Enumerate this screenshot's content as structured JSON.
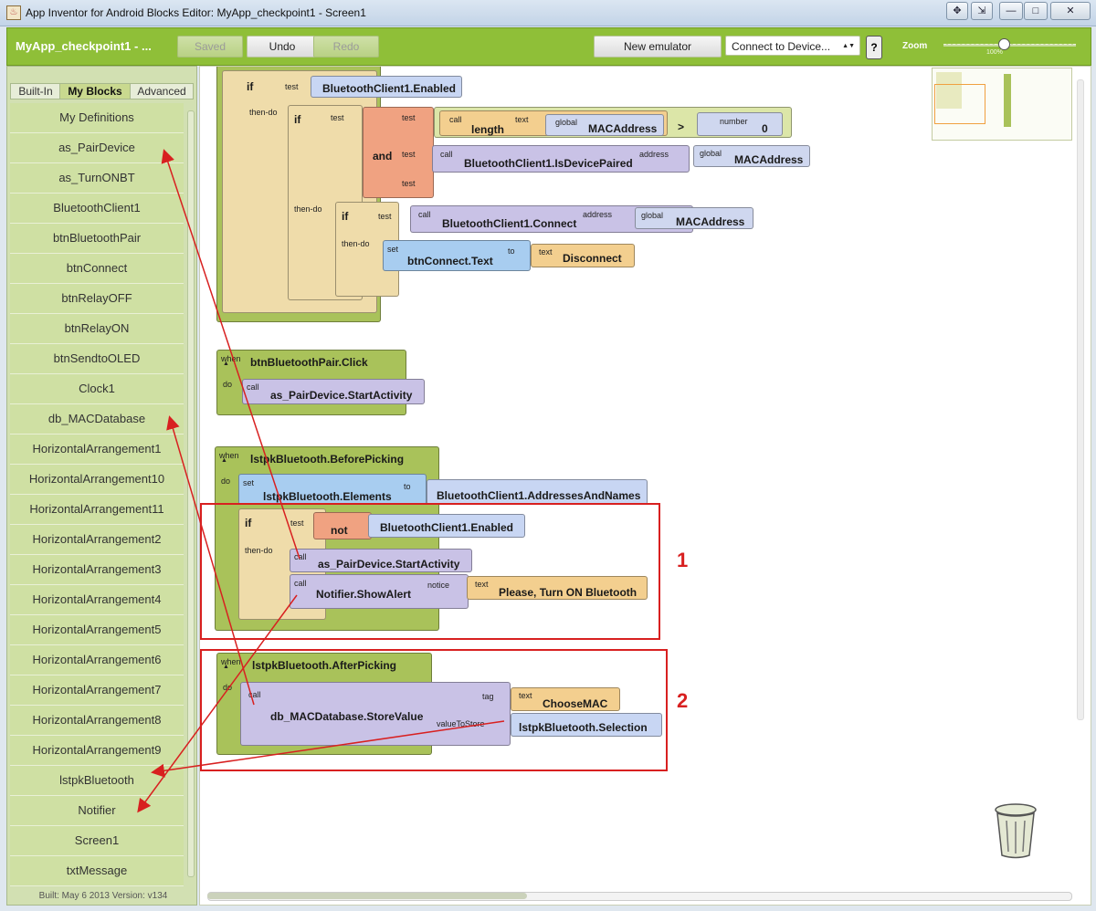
{
  "window": {
    "title": "App Inventor for Android Blocks Editor: MyApp_checkpoint1 - Screen1",
    "app_icon": "java-cup-icon",
    "controls": [
      "move-icon",
      "restore-icon",
      "minimize-icon",
      "maximize-icon",
      "close-icon"
    ],
    "glyphs": {
      "move": "✥",
      "restore": "⇲",
      "minimize": "—",
      "maximize": "□",
      "close": "✕"
    }
  },
  "toolbar": {
    "app_name": "MyApp_checkpoint1 - ...",
    "saved_label": "Saved",
    "undo_label": "Undo",
    "redo_label": "Redo",
    "new_emulator_label": "New emulator",
    "connect_label": "Connect to Device...",
    "connect_arrow": "▲▼",
    "help_label": "?",
    "zoom_label": "Zoom",
    "zoom_value_label": "100%",
    "zoom_level_fraction": 0.45
  },
  "sidebar": {
    "tabs": [
      {
        "label": "Built-In",
        "active": false
      },
      {
        "label": "My Blocks",
        "active": true
      },
      {
        "label": "Advanced",
        "active": false
      }
    ],
    "items": [
      "My Definitions",
      "as_PairDevice",
      "as_TurnONBT",
      "BluetoothClient1",
      "btnBluetoothPair",
      "btnConnect",
      "btnRelayOFF",
      "btnRelayON",
      "btnSendtoOLED",
      "Clock1",
      "db_MACDatabase",
      "HorizontalArrangement1",
      "HorizontalArrangement10",
      "HorizontalArrangement11",
      "HorizontalArrangement2",
      "HorizontalArrangement3",
      "HorizontalArrangement4",
      "HorizontalArrangement5",
      "HorizontalArrangement6",
      "HorizontalArrangement7",
      "HorizontalArrangement8",
      "HorizontalArrangement9",
      "lstpkBluetooth",
      "Notifier",
      "Screen1",
      "txtMessage"
    ],
    "build_info": "Built: May 6 2013 Version: v134"
  },
  "blocks": {
    "kw_if": "if",
    "kw_test": "test",
    "kw_then_do": "then-do",
    "kw_call": "call",
    "kw_text": "text",
    "kw_global": "global",
    "kw_number": "number",
    "kw_address": "address",
    "kw_set": "set",
    "kw_to": "to",
    "kw_when": "when",
    "kw_do": "do",
    "kw_notice": "notice",
    "kw_tag": "tag",
    "kw_value_to_store": "valueToStore",
    "bt_enabled": "BluetoothClient1.Enabled",
    "length": "length",
    "mac_address": "MACAddress",
    "gt": ">",
    "zero": "0",
    "and": "and",
    "is_paired": "BluetoothClient1.IsDevicePaired",
    "connect": "BluetoothClient1.Connect",
    "btn_connect_text": "btnConnect.Text",
    "disconnect": "Disconnect",
    "pair_click": "btnBluetoothPair.Click",
    "pair_start": "as_PairDevice.StartActivity",
    "before_picking": "lstpkBluetooth.BeforePicking",
    "elements": "lstpkBluetooth.Elements",
    "addresses": "BluetoothClient1.AddressesAndNames",
    "not": "not",
    "show_alert": "Notifier.ShowAlert",
    "turn_on_msg": "Please, Turn ON Bluetooth",
    "after_picking": "lstpkBluetooth.AfterPicking",
    "store_value": "db_MACDatabase.StoreValue",
    "choose_mac": "ChooseMAC",
    "selection": "lstpkBluetooth.Selection",
    "up_glyph": "▲"
  },
  "annotations": {
    "box1_label": "1",
    "box2_label": "2",
    "color": "#d82020"
  },
  "colors": {
    "toolbar_green": "#8fbf38",
    "sidebar_green": "#cfe0a3",
    "event_block": "#a9c25a",
    "control_block": "#efdcaa",
    "call_block": "#c9c2e6",
    "text_block": "#f3cf8f",
    "logic_block": "#f0a281",
    "setter_block": "#a8cdf0"
  },
  "trash_icon": "trash-can-icon"
}
